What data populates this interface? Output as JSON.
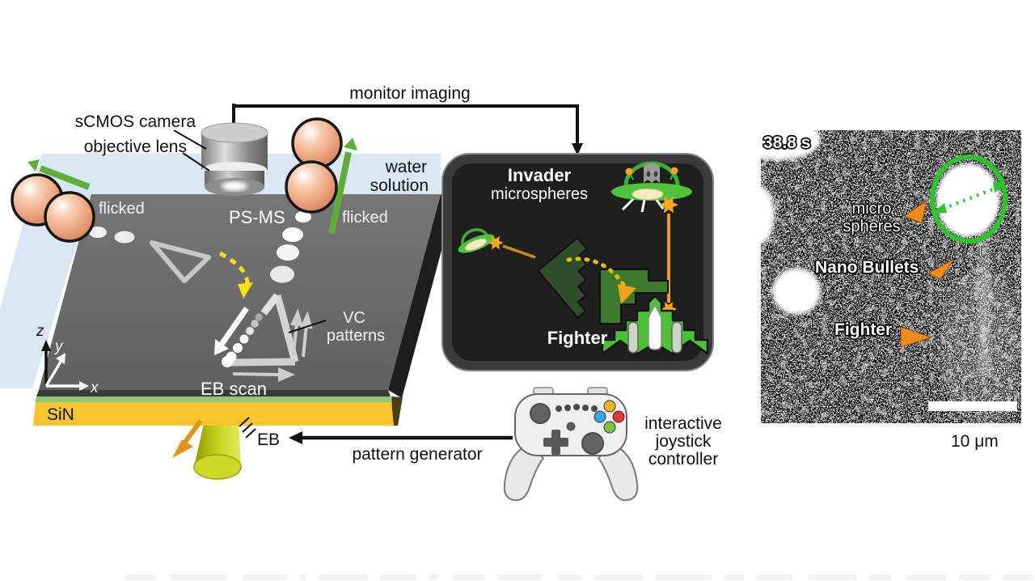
{
  "figure": {
    "type": "experimental-setup-schematic"
  },
  "setup": {
    "labels": {
      "monitor_imaging": "monitor imaging",
      "scmos_camera": "sCMOS camera",
      "objective_lens": "objective lens",
      "water_line1": "water",
      "water_line2": "solution",
      "flicked_left": "flicked",
      "flicked_right": "flicked",
      "ps_ms": "PS-MS",
      "vc_line1": "VC",
      "vc_line2": "patterns",
      "eb_scan": "EB scan",
      "sin": "SiN",
      "eb": "EB",
      "pattern_generator": "pattern generator",
      "axis_x": "x",
      "axis_y": "y",
      "axis_z": "z"
    }
  },
  "game_monitor": {
    "invader_line1": "Invader",
    "invader_line2": "microspheres",
    "fighter_label": "Fighter"
  },
  "controller": {
    "label_line1": "interactive",
    "label_line2": "joystick",
    "label_line3": "controller"
  },
  "micrograph": {
    "timestamp": "38.8 s",
    "microspheres_line1": "micro",
    "microspheres_line2": "spheres",
    "nano_bullets": "Nano Bullets",
    "fighter": "Fighter",
    "scale_value": "10 μm"
  },
  "colors": {
    "water_blue": "#d9e6f4",
    "substrate_gray": "#6d6d6d",
    "sin_yellow": "#f9c52e",
    "membrane_green": "#92c579",
    "flick_arrow_green": "#5fae3b",
    "eb_cone_yellow_green": "#c8d400",
    "beam_orange": "#eda012",
    "eb_scan_dash_yellow": "#f2e214",
    "game_fighter_green": "#49c236",
    "annotation_orange": "#ef8b1d",
    "measure_circle_green": "#2ec22e"
  }
}
